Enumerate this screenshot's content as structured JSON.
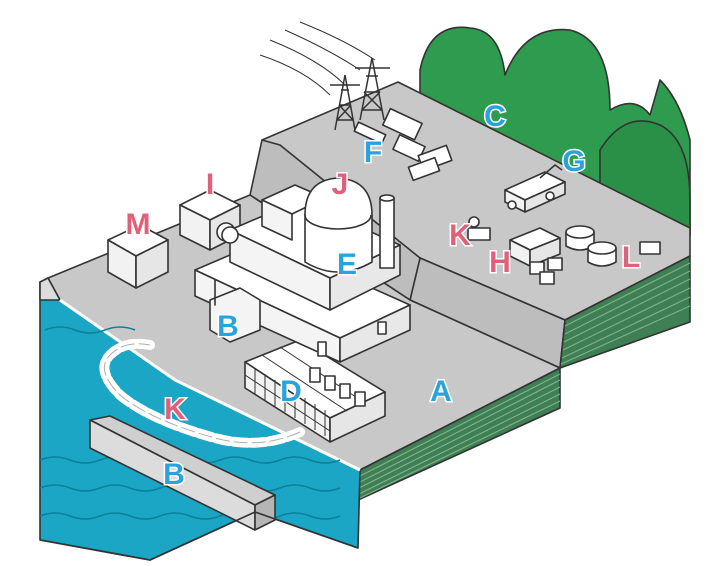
{
  "labels": {
    "A": "A",
    "B1": "B",
    "B2": "B",
    "C": "C",
    "D": "D",
    "E": "E",
    "F": "F",
    "G": "G",
    "H": "H",
    "I": "I",
    "J": "J",
    "K1": "K",
    "K2": "K",
    "L": "L",
    "M": "M"
  },
  "colors": {
    "blue_label": "#2aa3dc",
    "pink_label": "#e0607a",
    "sea": "#1aa6c4",
    "ground": "#c8c8c8",
    "hill": "#2e9b4e",
    "strata": "#3f7f54"
  }
}
